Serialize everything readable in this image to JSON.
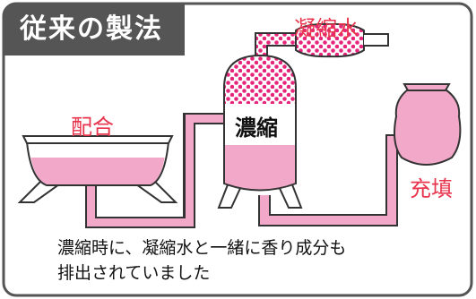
{
  "title": "従来の製法",
  "labels": {
    "mixing": "配合",
    "concentration": "濃縮",
    "condensed_water": "凝縮水",
    "filling": "充填"
  },
  "caption": {
    "line1": "濃縮時に、凝縮水と一緒に香り成分も",
    "line2": "排出されていました"
  },
  "colors": {
    "frame": "#555555",
    "accent_red": "#e8344d",
    "liquid_pink": "#f2a8c9",
    "aroma_magenta": "#e5267c"
  }
}
